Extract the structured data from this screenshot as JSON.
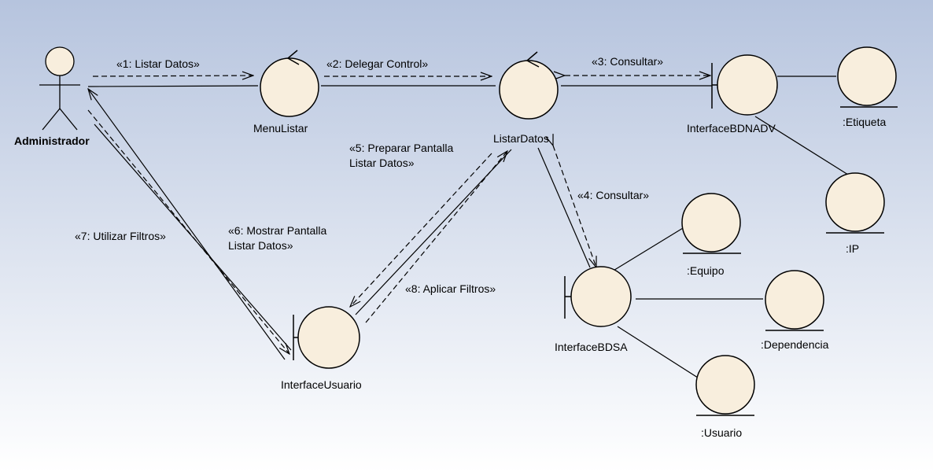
{
  "background": {
    "top_color": "#b6c4de",
    "bottom_color": "#ffffff"
  },
  "colors": {
    "object_fill": "#f8eedd",
    "stroke": "#000000"
  },
  "actor": {
    "name": "Administrador"
  },
  "controls": [
    {
      "id": "menulistar",
      "label": "MenuListar"
    },
    {
      "id": "listardatos",
      "label": "ListarDatos"
    }
  ],
  "boundaries": [
    {
      "id": "interfacebdnadv",
      "label": "InterfaceBDNADV"
    },
    {
      "id": "interfacebdsa",
      "label": "InterfaceBDSA"
    },
    {
      "id": "interfaceusuario",
      "label": "InterfaceUsuario"
    }
  ],
  "entities": [
    {
      "id": "etiqueta",
      "label": ":Etiqueta"
    },
    {
      "id": "ip",
      "label": ":IP"
    },
    {
      "id": "equipo",
      "label": ":Equipo"
    },
    {
      "id": "dependencia",
      "label": ":Dependencia"
    },
    {
      "id": "usuario",
      "label": ":Usuario"
    }
  ],
  "messages": [
    {
      "id": "m1",
      "lines": [
        "«1: Listar Datos»"
      ]
    },
    {
      "id": "m2",
      "lines": [
        "«2: Delegar Control»"
      ]
    },
    {
      "id": "m3",
      "lines": [
        "«3: Consultar»"
      ]
    },
    {
      "id": "m4",
      "lines": [
        "«4: Consultar»"
      ]
    },
    {
      "id": "m5",
      "lines": [
        "«5: Preparar Pantalla",
        "Listar Datos»"
      ]
    },
    {
      "id": "m6",
      "lines": [
        "«6: Mostrar Pantalla",
        "Listar Datos»"
      ]
    },
    {
      "id": "m7",
      "lines": [
        "«7: Utilizar Filtros»"
      ]
    },
    {
      "id": "m8",
      "lines": [
        "«8: Aplicar Filtros»"
      ]
    }
  ]
}
